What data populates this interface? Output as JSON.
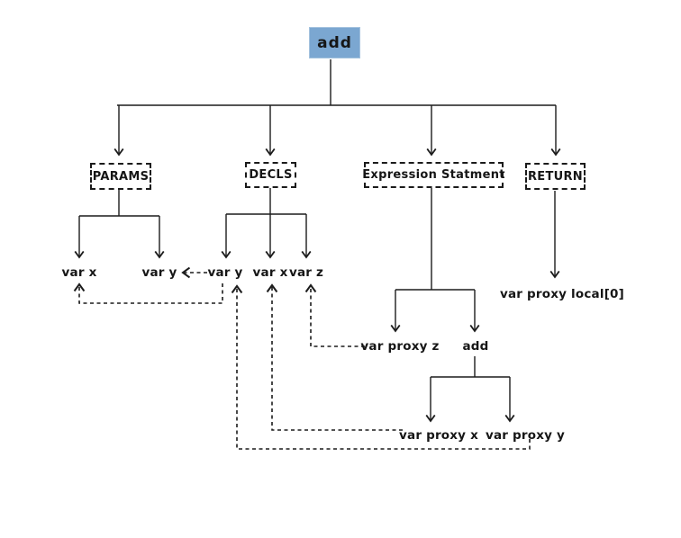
{
  "root": {
    "label": "add"
  },
  "branches": {
    "params": {
      "label": "PARAMS"
    },
    "decls": {
      "label": "DECLS"
    },
    "expr_stmt": {
      "label": "Expression Statment"
    },
    "return": {
      "label": "RETURN"
    }
  },
  "leaves": {
    "params_var_x": "var x",
    "params_var_y": "var y",
    "decls_var_y": "var y",
    "decls_var_x": "var x",
    "decls_var_z": "var z",
    "var_proxy_z": "var proxy z",
    "call_add": "add",
    "var_proxy_x": "var proxy x",
    "var_proxy_y": "var proxy y",
    "return_value": "var proxy local[0]"
  },
  "colors": {
    "root_fill": "#7BA7D1",
    "root_border": "#A3C2DE",
    "line": "#1c1c1c",
    "background": "#ffffff"
  }
}
